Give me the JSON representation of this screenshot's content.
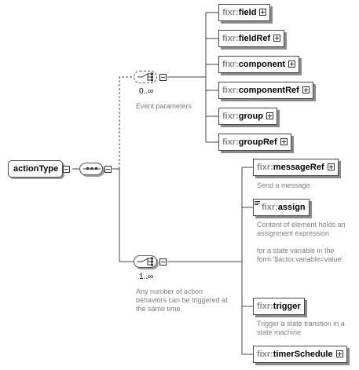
{
  "root": {
    "name": "actionType"
  },
  "choice_group": {
    "occurrence": "0..∞",
    "annotation": "Event parameters",
    "elements": [
      {
        "prefix": "fixr",
        "name": "field"
      },
      {
        "prefix": "fixr",
        "name": "fieldRef"
      },
      {
        "prefix": "fixr",
        "name": "component"
      },
      {
        "prefix": "fixr",
        "name": "componentRef"
      },
      {
        "prefix": "fixr",
        "name": "group"
      },
      {
        "prefix": "fixr",
        "name": "groupRef"
      }
    ]
  },
  "behavior_group": {
    "occurrence": "1..∞",
    "annotation_lines": [
      "Any number of action",
      "behaviors can be triggered at",
      "the same time."
    ],
    "elements": [
      {
        "prefix": "fixr",
        "name": "messageRef",
        "annotation_lines": [
          "Send a message"
        ]
      },
      {
        "prefix": "fixr",
        "name": "assign",
        "annotation_lines": [
          "Content of element holds an",
          "assignment expression",
          "",
          "for a state variable in the",
          "form '$actor.variable=value'"
        ]
      },
      {
        "prefix": "fixr",
        "name": "trigger",
        "annotation_lines": [
          "Trigger a state transtion in a",
          "state machine"
        ]
      },
      {
        "prefix": "fixr",
        "name": "timerSchedule",
        "annotation_lines": []
      }
    ]
  },
  "colors": {
    "line": "#444444",
    "border": "#4a4a4a",
    "shadow": "#8a8a8a",
    "prefix": "#8a8a8a",
    "annotation": "#808080"
  }
}
